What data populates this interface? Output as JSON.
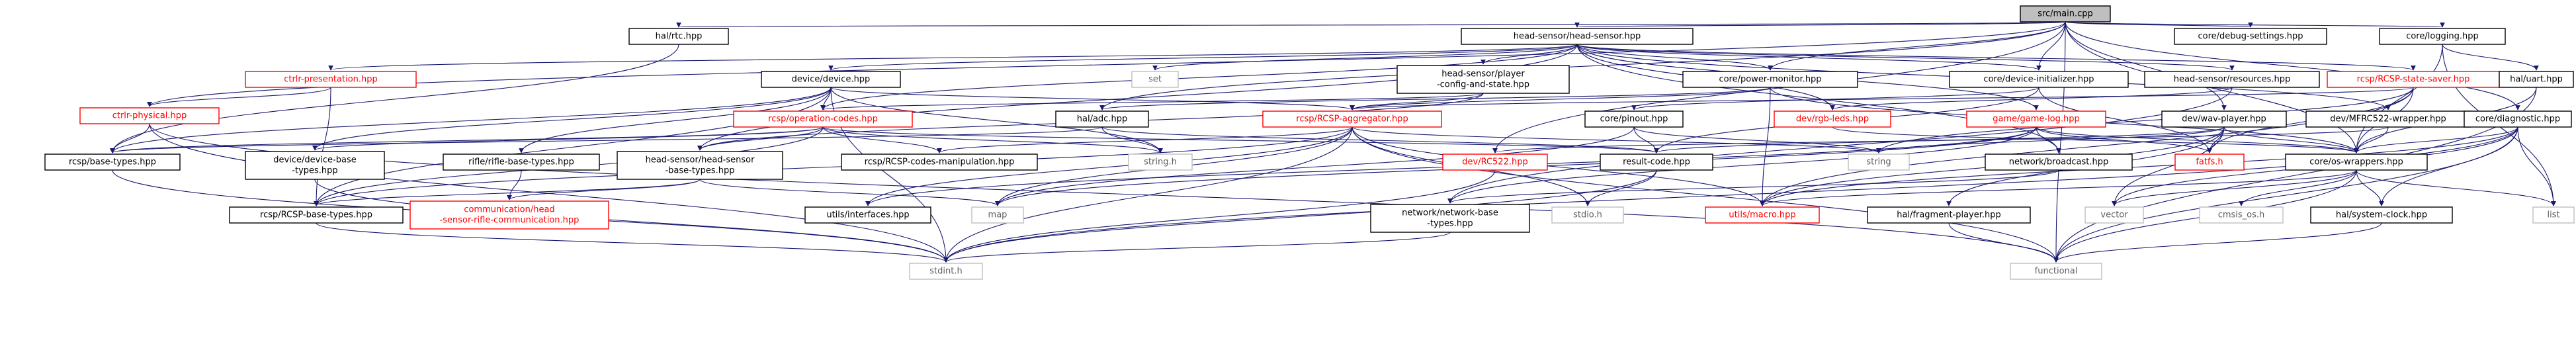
{
  "colors": {
    "edge": "#191970",
    "node_border_default": "#000000",
    "node_border_red": "#ff0000",
    "node_border_light": "#bfbfbf",
    "node_fill_root": "#bfbfbf",
    "node_fill": "#ffffff",
    "text_default": "#000000",
    "text_red": "#ff0000",
    "text_light": "#606060"
  },
  "nodes": {
    "main": {
      "label": "src/main.cpp",
      "style": "root"
    },
    "rtc": {
      "label": "hal/rtc.hpp",
      "style": "normal"
    },
    "headsensor": {
      "label": "head-sensor/head-sensor.hpp",
      "style": "normal"
    },
    "debugsettings": {
      "label": "core/debug-settings.hpp",
      "style": "normal"
    },
    "logging": {
      "label": "core/logging.hpp",
      "style": "normal"
    },
    "ctrlpres": {
      "label": "ctrlr-presentation.hpp",
      "style": "red"
    },
    "devicehpp": {
      "label": "device/device.hpp",
      "style": "normal"
    },
    "set": {
      "label": "set",
      "style": "light"
    },
    "playercfg": {
      "label": "head-sensor/player\n-config-and-state.hpp",
      "style": "normal"
    },
    "powermon": {
      "label": "core/power-monitor.hpp",
      "style": "normal"
    },
    "devinit": {
      "label": "core/device-initializer.hpp",
      "style": "normal"
    },
    "hsresources": {
      "label": "head-sensor/resources.hpp",
      "style": "normal"
    },
    "statesaver": {
      "label": "rcsp/RCSP-state-saver.hpp",
      "style": "red"
    },
    "halusart": {
      "label": "hal/uart.hpp",
      "style": "normal"
    },
    "ctrlphys": {
      "label": "ctrlr-physical.hpp",
      "style": "red"
    },
    "opcodes": {
      "label": "rcsp/operation-codes.hpp",
      "style": "red"
    },
    "haladc": {
      "label": "hal/adc.hpp",
      "style": "normal"
    },
    "aggregator": {
      "label": "rcsp/RCSP-aggregator.hpp",
      "style": "red"
    },
    "pinout": {
      "label": "core/pinout.hpp",
      "style": "normal"
    },
    "rgbleds": {
      "label": "dev/rgb-leds.hpp",
      "style": "red"
    },
    "gamelog": {
      "label": "game/game-log.hpp",
      "style": "red"
    },
    "wavplayer": {
      "label": "dev/wav-player.hpp",
      "style": "normal"
    },
    "mfrc": {
      "label": "dev/MFRC522-wrapper.hpp",
      "style": "normal"
    },
    "diagnostic": {
      "label": "core/diagnostic.hpp",
      "style": "normal"
    },
    "basetypes": {
      "label": "rcsp/base-types.hpp",
      "style": "normal"
    },
    "devbasetypes": {
      "label": "device/device-base\n-types.hpp",
      "style": "normal"
    },
    "riflebase": {
      "label": "rifle/rifle-base-types.hpp",
      "style": "normal"
    },
    "hsbasetypes": {
      "label": "head-sensor/head-sensor\n-base-types.hpp",
      "style": "normal"
    },
    "codesmanip": {
      "label": "rcsp/RCSP-codes-manipulation.hpp",
      "style": "normal"
    },
    "stringh": {
      "label": "string.h",
      "style": "light"
    },
    "rc522": {
      "label": "dev/RC522.hpp",
      "style": "red"
    },
    "resultcode": {
      "label": "result-code.hpp",
      "style": "normal"
    },
    "string": {
      "label": "string",
      "style": "light"
    },
    "broadcast": {
      "label": "network/broadcast.hpp",
      "style": "normal"
    },
    "fatfs": {
      "label": "fatfs.h",
      "style": "red"
    },
    "oswrappers": {
      "label": "core/os-wrappers.hpp",
      "style": "normal"
    },
    "rcspbase": {
      "label": "rcsp/RCSP-base-types.hpp",
      "style": "normal"
    },
    "comm": {
      "label": "communication/head\n-sensor-rifle-communication.hpp",
      "style": "red"
    },
    "interfaces": {
      "label": "utils/interfaces.hpp",
      "style": "normal"
    },
    "map": {
      "label": "map",
      "style": "light"
    },
    "netbase": {
      "label": "network/network-base\n-types.hpp",
      "style": "normal"
    },
    "stdioh": {
      "label": "stdio.h",
      "style": "light"
    },
    "macro": {
      "label": "utils/macro.hpp",
      "style": "red"
    },
    "fragment": {
      "label": "hal/fragment-player.hpp",
      "style": "normal"
    },
    "vector": {
      "label": "vector",
      "style": "light"
    },
    "cmsis": {
      "label": "cmsis_os.h",
      "style": "light"
    },
    "sysclock": {
      "label": "hal/system-clock.hpp",
      "style": "normal"
    },
    "list": {
      "label": "list",
      "style": "light"
    },
    "stdint": {
      "label": "stdint.h",
      "style": "light"
    },
    "functional": {
      "label": "functional",
      "style": "light"
    }
  },
  "edges": [
    [
      "main",
      "rtc"
    ],
    [
      "main",
      "headsensor"
    ],
    [
      "main",
      "debugsettings"
    ],
    [
      "main",
      "logging"
    ],
    [
      "main",
      "haladc"
    ],
    [
      "main",
      "ctrlphys"
    ],
    [
      "main",
      "rc522"
    ],
    [
      "main",
      "wavplayer"
    ],
    [
      "main",
      "diagnostic"
    ],
    [
      "main",
      "oswrappers"
    ],
    [
      "main",
      "powermon"
    ],
    [
      "main",
      "devinit"
    ],
    [
      "main",
      "functional"
    ],
    [
      "rtc",
      "basetypes"
    ],
    [
      "headsensor",
      "ctrlpres"
    ],
    [
      "headsensor",
      "devicehpp"
    ],
    [
      "headsensor",
      "set"
    ],
    [
      "headsensor",
      "playercfg"
    ],
    [
      "headsensor",
      "powermon"
    ],
    [
      "headsensor",
      "devinit"
    ],
    [
      "headsensor",
      "hsresources"
    ],
    [
      "headsensor",
      "statesaver"
    ],
    [
      "headsensor",
      "gamelog"
    ],
    [
      "headsensor",
      "mfrc"
    ],
    [
      "headsensor",
      "opcodes"
    ],
    [
      "headsensor",
      "hsbasetypes"
    ],
    [
      "headsensor",
      "rgbleds"
    ],
    [
      "headsensor",
      "broadcast"
    ],
    [
      "ctrlpres",
      "ctrlphys"
    ],
    [
      "ctrlpres",
      "rcspbase"
    ],
    [
      "ctrlphys",
      "basetypes"
    ],
    [
      "ctrlphys",
      "stdint"
    ],
    [
      "ctrlphys",
      "functional"
    ],
    [
      "devicehpp",
      "opcodes"
    ],
    [
      "devicehpp",
      "devbasetypes"
    ],
    [
      "devicehpp",
      "riflebase"
    ],
    [
      "devicehpp",
      "basetypes"
    ],
    [
      "devicehpp",
      "aggregator"
    ],
    [
      "devicehpp",
      "rcspbase"
    ],
    [
      "devicehpp",
      "stdint"
    ],
    [
      "devicehpp",
      "stringh"
    ],
    [
      "playercfg",
      "opcodes"
    ],
    [
      "playercfg",
      "hsbasetypes"
    ],
    [
      "playercfg",
      "aggregator"
    ],
    [
      "powermon",
      "haladc"
    ],
    [
      "powermon",
      "aggregator"
    ],
    [
      "powermon",
      "oswrappers"
    ],
    [
      "powermon",
      "macro"
    ],
    [
      "devinit",
      "pinout"
    ],
    [
      "devinit",
      "resultcode"
    ],
    [
      "devinit",
      "fatfs"
    ],
    [
      "hsresources",
      "rgbleds"
    ],
    [
      "hsresources",
      "netbase"
    ],
    [
      "statesaver",
      "aggregator"
    ],
    [
      "statesaver",
      "oswrappers"
    ],
    [
      "statesaver",
      "macro"
    ],
    [
      "statesaver",
      "fatfs"
    ],
    [
      "statesaver",
      "string"
    ],
    [
      "logging",
      "oswrappers"
    ],
    [
      "logging",
      "halusart"
    ],
    [
      "logging",
      "list"
    ],
    [
      "halusart",
      "oswrappers"
    ],
    [
      "halusart",
      "functional"
    ],
    [
      "opcodes",
      "basetypes"
    ],
    [
      "opcodes",
      "devbasetypes"
    ],
    [
      "opcodes",
      "codesmanip"
    ],
    [
      "opcodes",
      "hsbasetypes"
    ],
    [
      "opcodes",
      "rcspbase"
    ],
    [
      "opcodes",
      "stringh"
    ],
    [
      "opcodes",
      "resultcode"
    ],
    [
      "haladc",
      "basetypes"
    ],
    [
      "haladc",
      "resultcode"
    ],
    [
      "haladc",
      "stringh"
    ],
    [
      "aggregator",
      "codesmanip"
    ],
    [
      "aggregator",
      "macro"
    ],
    [
      "aggregator",
      "map"
    ],
    [
      "aggregator",
      "stdint"
    ],
    [
      "aggregator",
      "stdioh"
    ],
    [
      "aggregator",
      "rcspbase"
    ],
    [
      "aggregator",
      "string"
    ],
    [
      "aggregator",
      "interfaces"
    ],
    [
      "aggregator",
      "functional"
    ],
    [
      "pinout",
      "resultcode"
    ],
    [
      "pinout",
      "map"
    ],
    [
      "pinout",
      "string"
    ],
    [
      "rgbleds",
      "oswrappers"
    ],
    [
      "gamelog",
      "broadcast"
    ],
    [
      "gamelog",
      "fatfs"
    ],
    [
      "gamelog",
      "interfaces"
    ],
    [
      "gamelog",
      "map"
    ],
    [
      "gamelog",
      "oswrappers"
    ],
    [
      "gamelog",
      "netbase"
    ],
    [
      "wavplayer",
      "fatfs"
    ],
    [
      "wavplayer",
      "oswrappers"
    ],
    [
      "wavplayer",
      "fragment"
    ],
    [
      "wavplayer",
      "vector"
    ],
    [
      "wavplayer",
      "macro"
    ],
    [
      "wavplayer",
      "resultcode"
    ],
    [
      "wavplayer",
      "string"
    ],
    [
      "mfrc",
      "rc522"
    ],
    [
      "mfrc",
      "oswrappers"
    ],
    [
      "diagnostic",
      "oswrappers"
    ],
    [
      "diagnostic",
      "list"
    ],
    [
      "diagnostic",
      "sysclock"
    ],
    [
      "diagnostic",
      "macro"
    ],
    [
      "diagnostic",
      "vector"
    ],
    [
      "diagnostic",
      "stdint"
    ],
    [
      "diagnostic",
      "functional"
    ],
    [
      "basetypes",
      "stdint"
    ],
    [
      "devbasetypes",
      "stdint"
    ],
    [
      "riflebase",
      "comm"
    ],
    [
      "hsbasetypes",
      "rcspbase"
    ],
    [
      "hsbasetypes",
      "comm"
    ],
    [
      "hsbasetypes",
      "map"
    ],
    [
      "rc522",
      "stdint"
    ],
    [
      "resultcode",
      "stdioh"
    ],
    [
      "resultcode",
      "stdint"
    ],
    [
      "broadcast",
      "netbase"
    ],
    [
      "oswrappers",
      "cmsis"
    ],
    [
      "oswrappers",
      "vector"
    ],
    [
      "oswrappers",
      "list"
    ],
    [
      "oswrappers",
      "sysclock"
    ],
    [
      "oswrappers",
      "functional"
    ],
    [
      "oswrappers",
      "macro"
    ],
    [
      "rcspbase",
      "stdint"
    ],
    [
      "netbase",
      "stdint"
    ],
    [
      "fragment",
      "functional"
    ],
    [
      "sysclock",
      "functional"
    ]
  ]
}
